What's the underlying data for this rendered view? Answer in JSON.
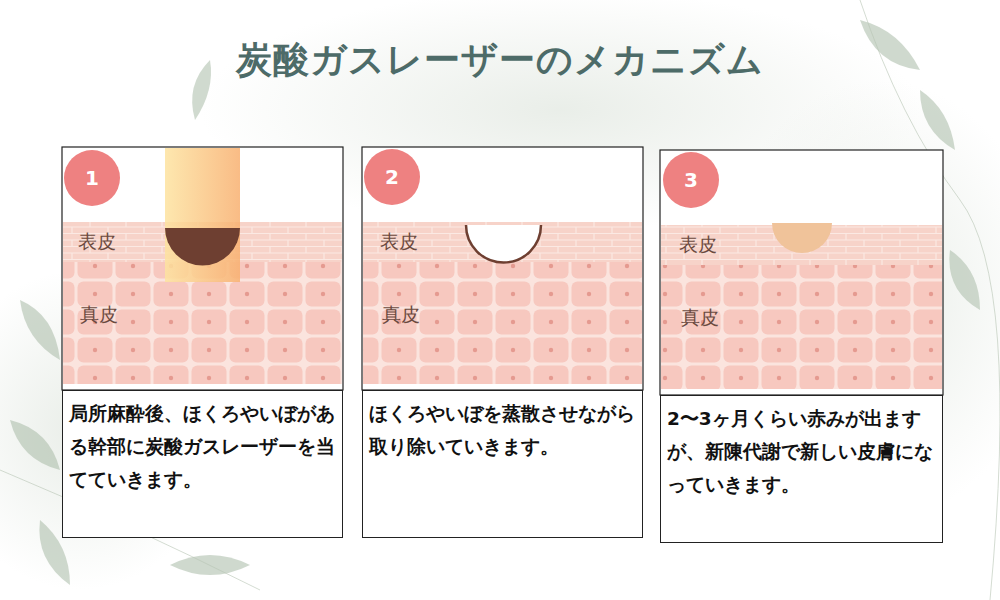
{
  "diagram": {
    "title": "炭酸ガスレーザーのメカニズム",
    "nodes": [
      {
        "text": [
          "1"
        ]
      },
      {
        "text": [
          "局所麻酔後、ほくろやいぼがある幹部に炭酸ガスレーザーを当てていきます。"
        ]
      },
      {
        "text": [
          "2"
        ]
      },
      {
        "text": [
          "ほくろやいぼを蒸散させながら取り除いていきます。"
        ]
      },
      {
        "text": [
          "3"
        ]
      },
      {
        "text": [
          "2〜3ヶ月くらい赤みが出ますが、新陳代謝で新しい皮膚になっていきます。"
        ]
      }
    ],
    "labels": [
      "表皮",
      "真皮",
      "表皮",
      "真皮",
      "表皮",
      "真皮"
    ]
  }
}
